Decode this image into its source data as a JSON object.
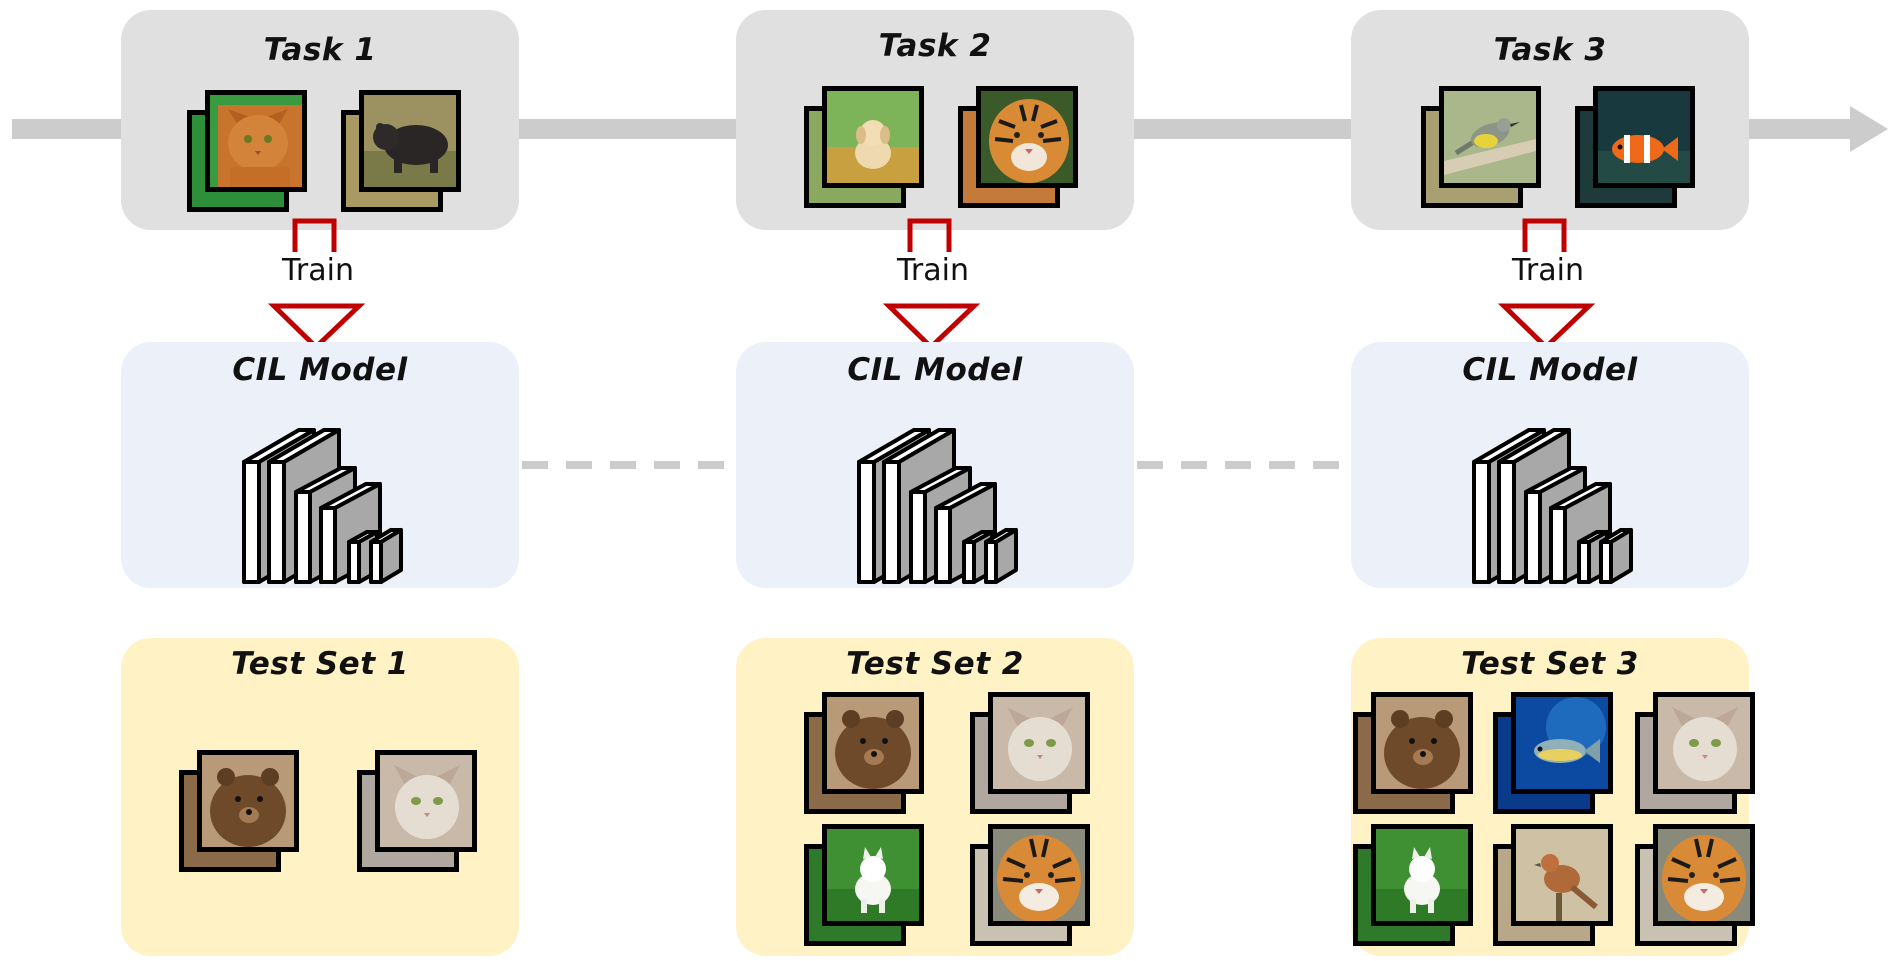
{
  "tasks": [
    {
      "title": "Task 1",
      "train_label": "Train",
      "model_title": "CIL Model",
      "test_title": "Test Set 1",
      "images": [
        "cat-image",
        "bear-image"
      ],
      "test_images": [
        "bear-image",
        "cat-image"
      ]
    },
    {
      "title": "Task 2",
      "train_label": "Train",
      "model_title": "CIL Model",
      "test_title": "Test Set 2",
      "images": [
        "dog-image",
        "tiger-image"
      ],
      "test_images": [
        "bear-image",
        "cat-image",
        "dog-image",
        "tiger-image"
      ]
    },
    {
      "title": "Task 3",
      "train_label": "Train",
      "model_title": "CIL Model",
      "test_title": "Test Set 3",
      "images": [
        "bird-image",
        "clownfish-image"
      ],
      "test_images": [
        "bear-image",
        "fish-image",
        "cat-image",
        "dog-image",
        "bird-image",
        "tiger-image"
      ]
    }
  ],
  "colors": {
    "timeline": "#cccccc",
    "task_box": "#e0e0e0",
    "model_box": "#ebf0f9",
    "test_box": "#fff2c4",
    "train_arrow": "#c00000",
    "dashed_link": "#cccccc"
  }
}
